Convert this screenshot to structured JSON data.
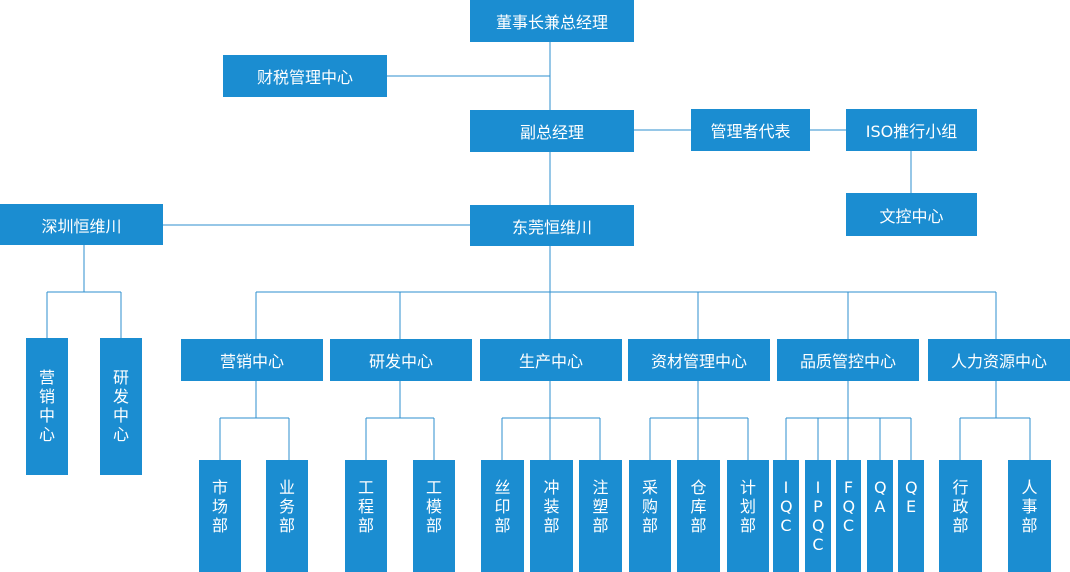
{
  "nodes": {
    "chairman": "董事长兼总经理",
    "finance": "财税管理中心",
    "vice_gm": "副总经理",
    "mgmt_rep": "管理者代表",
    "iso_group": "ISO推行小组",
    "doc_control": "文控中心",
    "shenzhen": "深圳恒维川",
    "dongguan": "东莞恒维川",
    "sz_sales": "营销中心",
    "sz_rd": "研发中心",
    "sales_center": "营销中心",
    "rd_center": "研发中心",
    "production_center": "生产中心",
    "materials_center": "资材管理中心",
    "quality_center": "品质管控中心",
    "hr_center": "人力资源中心",
    "market_dept": "市场部",
    "business_dept": "业务部",
    "engineering_dept": "工程部",
    "mold_dept": "工模部",
    "silkscreen_dept": "丝印部",
    "stamping_dept": "冲装部",
    "molding_dept": "注塑部",
    "purchasing_dept": "采购部",
    "warehouse_dept": "仓库部",
    "planning_dept": "计划部",
    "iqc": "IQC",
    "ipqc": "IPQC",
    "fqc": "FQC",
    "qa": "QA",
    "qe": "QE",
    "admin_dept": "行政部",
    "personnel_dept": "人事部"
  },
  "colors": {
    "box": "#1b8dd1",
    "line": "#2e8fcf"
  }
}
